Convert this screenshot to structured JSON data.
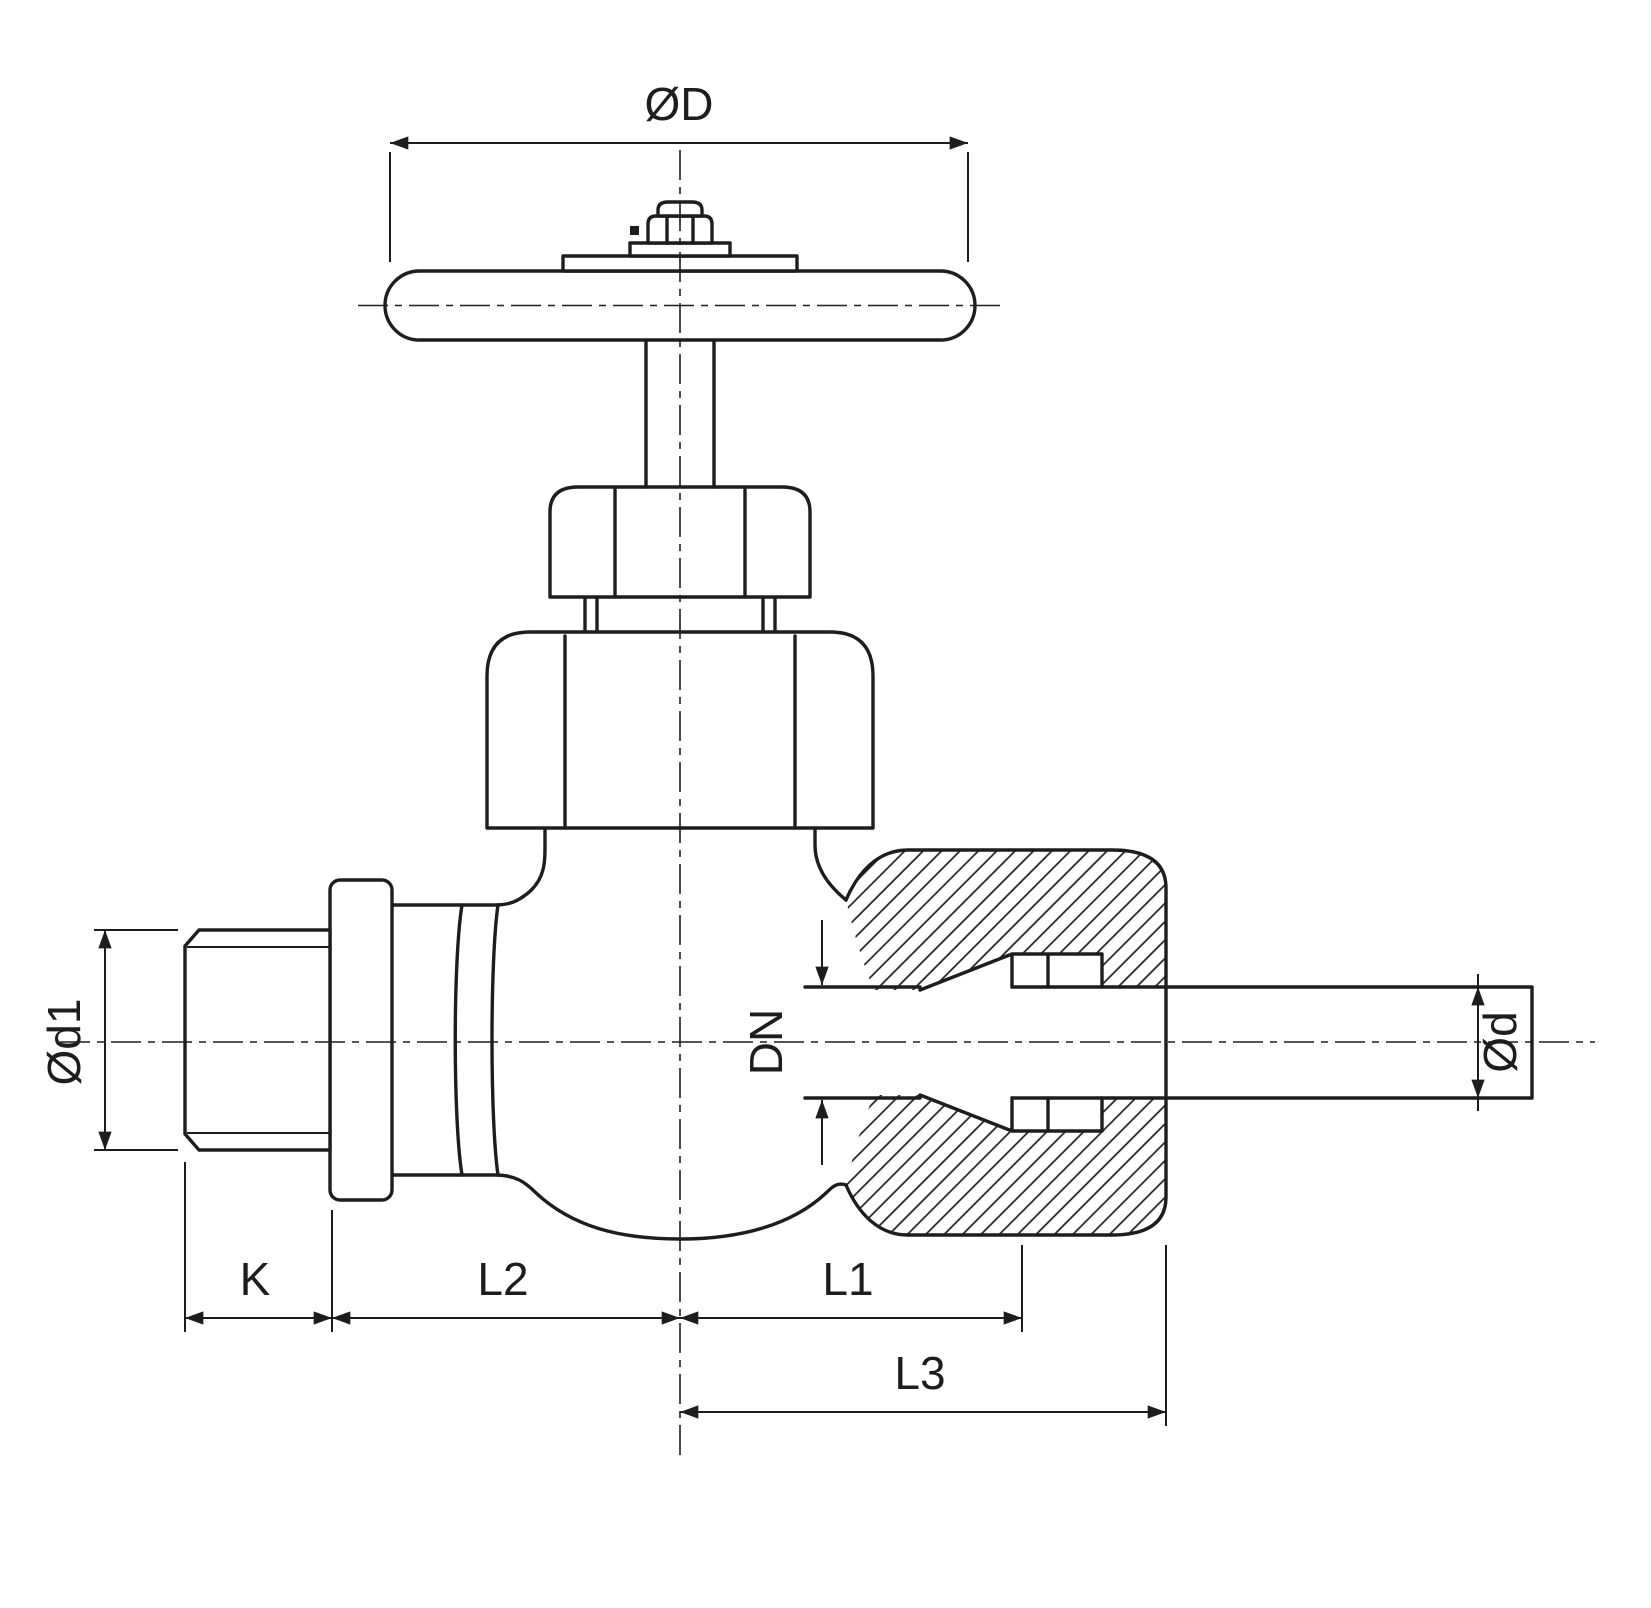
{
  "meta": {
    "background_color": "#ffffff",
    "line_color": "#1d1d1d",
    "drawing_style": "black-and-white technical line drawing with section hatching"
  },
  "labels": {
    "od": "ØD",
    "od1": "Ød1",
    "dn": "DN",
    "d": "Ød",
    "k": "K",
    "l1": "L1",
    "l2": "L2",
    "l3": "L3"
  }
}
